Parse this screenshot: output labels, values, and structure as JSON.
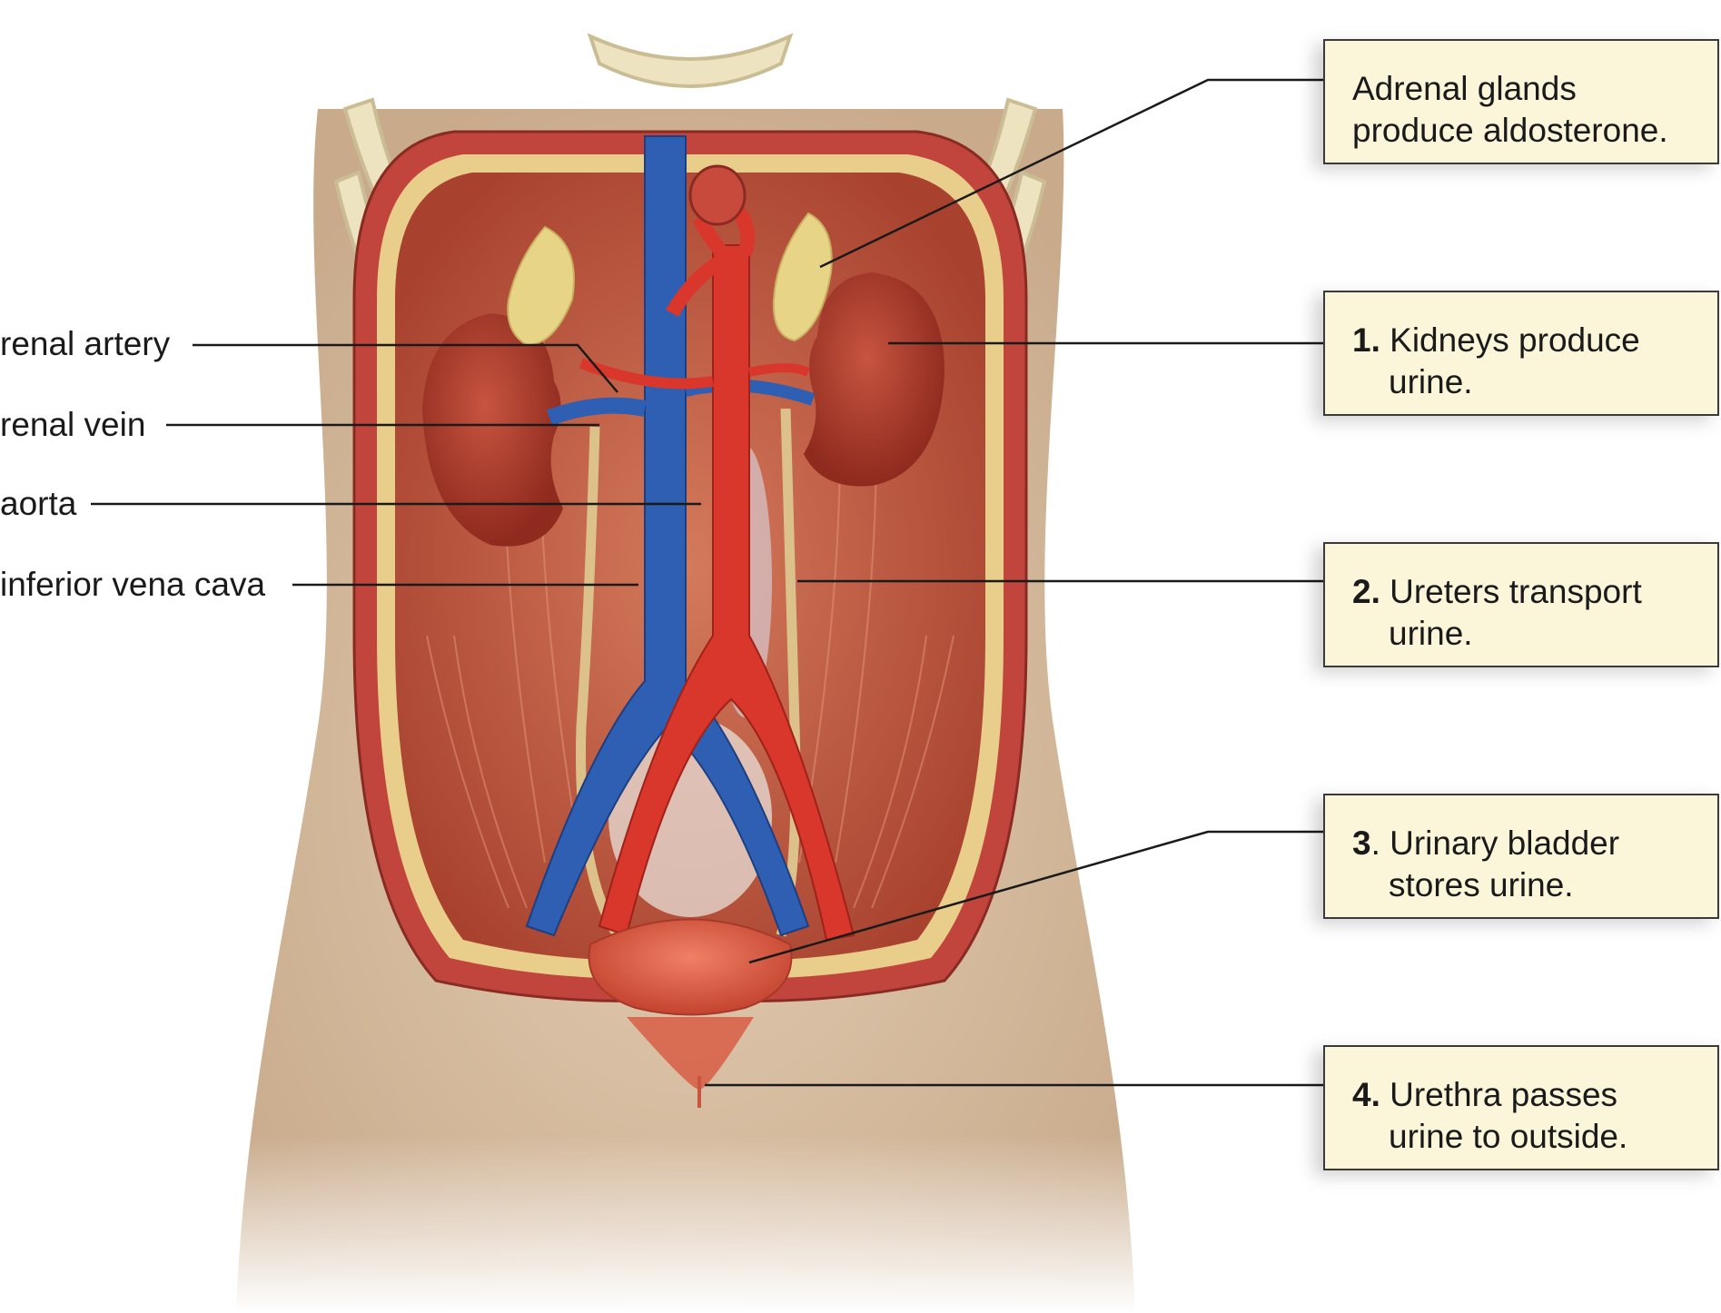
{
  "diagram": {
    "left_labels": {
      "renal_artery": "renal artery",
      "renal_vein": "renal vein",
      "aorta": "aorta",
      "inferior_vena_cava": "inferior vena cava"
    },
    "callouts": {
      "adrenal": {
        "line1": "Adrenal glands",
        "line2": "produce aldosterone."
      },
      "kidneys": {
        "num": "1.",
        "line1": " Kidneys produce",
        "line2": "urine."
      },
      "ureters": {
        "num": "2.",
        "line1": " Ureters transport",
        "line2": "urine."
      },
      "bladder": {
        "num": "3",
        "line1": ". Urinary bladder",
        "line2": "stores urine."
      },
      "urethra": {
        "num": "4.",
        "line1": " Urethra passes",
        "line2": "urine to outside."
      }
    },
    "colors": {
      "skin": "#dcc2a6",
      "cavity_wall": "#c1453d",
      "muscle": "#c8624a",
      "kidney": "#a83a2c",
      "adrenal": "#e7d487",
      "artery": "#d9362c",
      "vein": "#2f5fb3",
      "ureter": "#dcc28a",
      "bladder": "#d8583f",
      "callout_bg": "#fbf5d9"
    }
  }
}
